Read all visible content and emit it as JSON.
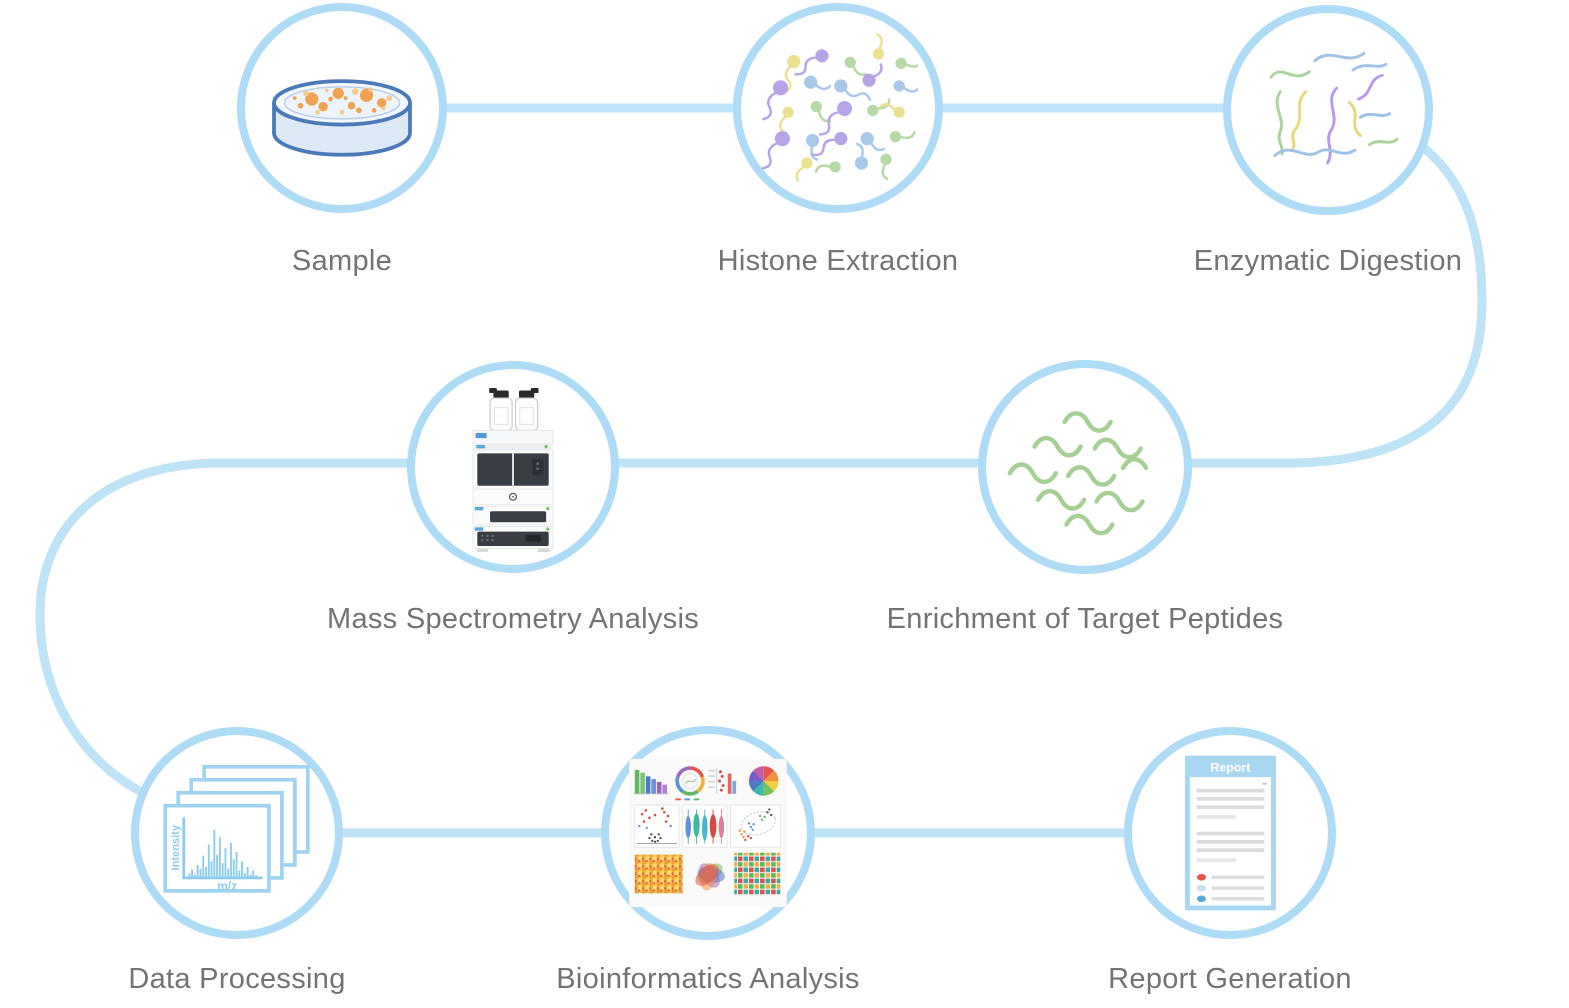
{
  "workflow": {
    "steps": [
      {
        "id": "sample",
        "label": "Sample",
        "icon": "petri-dish-icon"
      },
      {
        "id": "histone-extraction",
        "label": "Histone Extraction",
        "icon": "protein-molecules-icon"
      },
      {
        "id": "enzymatic-digestion",
        "label": "Enzymatic Digestion",
        "icon": "peptide-fragments-icon"
      },
      {
        "id": "mass-spectrometry",
        "label": "Mass Spectrometry Analysis",
        "icon": "lc-ms-instrument-icon"
      },
      {
        "id": "enrichment",
        "label": "Enrichment of Target Peptides",
        "icon": "enriched-peptides-icon"
      },
      {
        "id": "data-processing",
        "label": "Data Processing",
        "icon": "mass-spectra-stack-icon"
      },
      {
        "id": "bioinformatics",
        "label": "Bioinformatics Analysis",
        "icon": "charts-collage-icon"
      },
      {
        "id": "report-generation",
        "label": "Report Generation",
        "icon": "report-document-icon"
      }
    ],
    "data_processing_icon": {
      "y_axis_label": "Intensity",
      "x_axis_label": "m/z"
    },
    "report_icon": {
      "header": "Report"
    },
    "colors": {
      "circle_stroke": "#aedbf5",
      "connector": "#bfe3f7",
      "label_text": "#737373",
      "petri_outline": "#4a7ab8",
      "wave_green": "#a6cf94",
      "spectrum_blue": "#8ccbf0"
    }
  }
}
